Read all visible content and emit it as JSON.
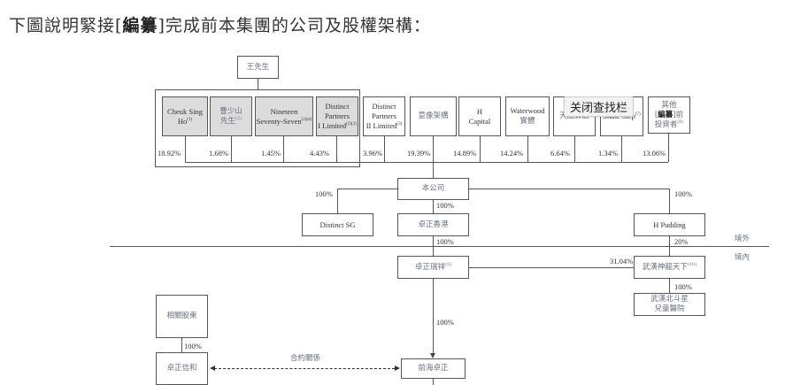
{
  "heading": {
    "prefix": "下圖說明緊接[",
    "bold": "編纂",
    "suffix": "]完成前本集團的公司及股權架構："
  },
  "top_owner": "王先生",
  "shareholders": [
    {
      "name_line1": "Cheuk Sing",
      "name_line2": "Ho",
      "note": "(1)",
      "pct": "18.92%",
      "shaded": true
    },
    {
      "name_line1": "曹少山",
      "name_line2": "先生",
      "note": "(2)",
      "pct": "1.68%",
      "shaded": true,
      "cjk": true
    },
    {
      "name_line1": "Nineteen",
      "name_line2": "Seventy-Seven",
      "note": "(2)(4)",
      "pct": "1.45%",
      "shaded": true
    },
    {
      "name_line1": "Distinct",
      "name_line2": "Partners",
      "name_line3": "I Limited",
      "note": "(2)(3)",
      "pct": "4.43%",
      "shaded": true
    },
    {
      "name_line1": "Distinct",
      "name_line2": "Partners",
      "name_line3": "II Limited",
      "note": "(3)",
      "pct": "3.96%"
    },
    {
      "name_line1": "意像架構",
      "pct": "19.39%",
      "cjk": true
    },
    {
      "name_line1": "H",
      "name_line2": "Capital",
      "pct": "14.89%"
    },
    {
      "name_line1": "Waterwood",
      "name_line2": "實體",
      "pct": "14.24%"
    },
    {
      "name_line1": "天圖實體",
      "pct": "6.64%",
      "cjk": true
    },
    {
      "name_line1": "Shine Step",
      "note": "(7)",
      "pct": "1.34%"
    },
    {
      "name_line1": "其他",
      "name_line2_prefix": "[",
      "name_line2_bold": "編纂",
      "name_line2_suffix": "]前",
      "name_line3": "投資者",
      "note": "(8)",
      "pct": "13.06%",
      "cjk": true
    }
  ],
  "entities": {
    "company": "本公司",
    "distinct_sg": "Distinct SG",
    "zhuozheng_hk": "卓正香港",
    "h_pudding": "H Pudding",
    "zhuozheng_ruixiang": "卓正瑞祥",
    "zhuozheng_ruixiang_note": "(5)",
    "wuhan_shenlong": "武漢神龍天下",
    "wuhan_shenlong_note": "(10)",
    "wuhan_beidou_line1": "武漢北斗星",
    "wuhan_beidou_line2": "兒童醫院",
    "related_shareholders": "相關股東",
    "zhuozheng_xinhe": "卓正信和",
    "qianhai_zhuozheng": "前海卓正"
  },
  "percentages": {
    "company_to_distinct_sg": "100%",
    "company_to_zhuozheng_hk": "100%",
    "company_to_h_pudding": "100%",
    "hk_to_ruixiang": "100%",
    "h_pudding_to_shenlong": "20%",
    "ruixiang_to_shenlong": "31.04%",
    "shenlong_to_beidou": "100%",
    "ruixiang_to_qianhai": "100%",
    "related_to_xinhe": "100%"
  },
  "contract_label": "合約關係",
  "region_labels": {
    "offshore": "境外",
    "onshore": "境內"
  },
  "tooltip": "关闭查找栏"
}
